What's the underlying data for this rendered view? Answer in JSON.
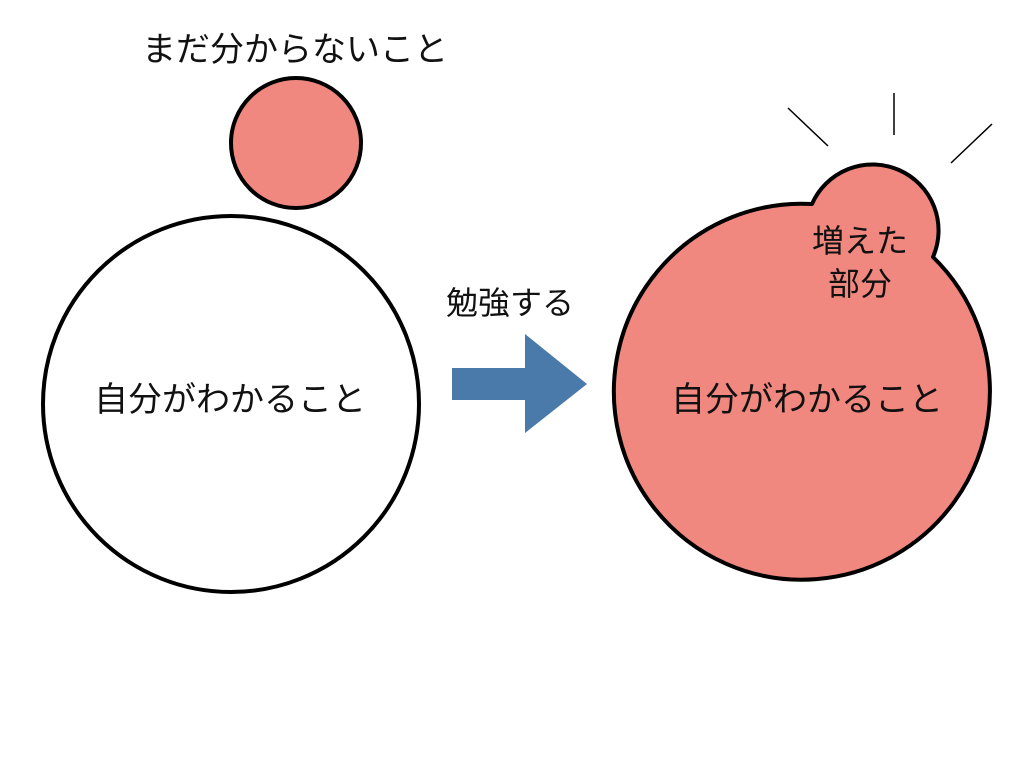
{
  "labels": {
    "unknown": "まだ分からないこと",
    "known_left": "自分がわかること",
    "action": "勉強する",
    "increased_line1": "増えた",
    "increased_line2": "部分",
    "known_right": "自分がわかること"
  },
  "colors": {
    "salmon": "#f08880",
    "arrow": "#4a7aa9",
    "stroke": "#000000",
    "background": "#ffffff"
  },
  "icons": {
    "action_arrow": "right-arrow-icon"
  }
}
